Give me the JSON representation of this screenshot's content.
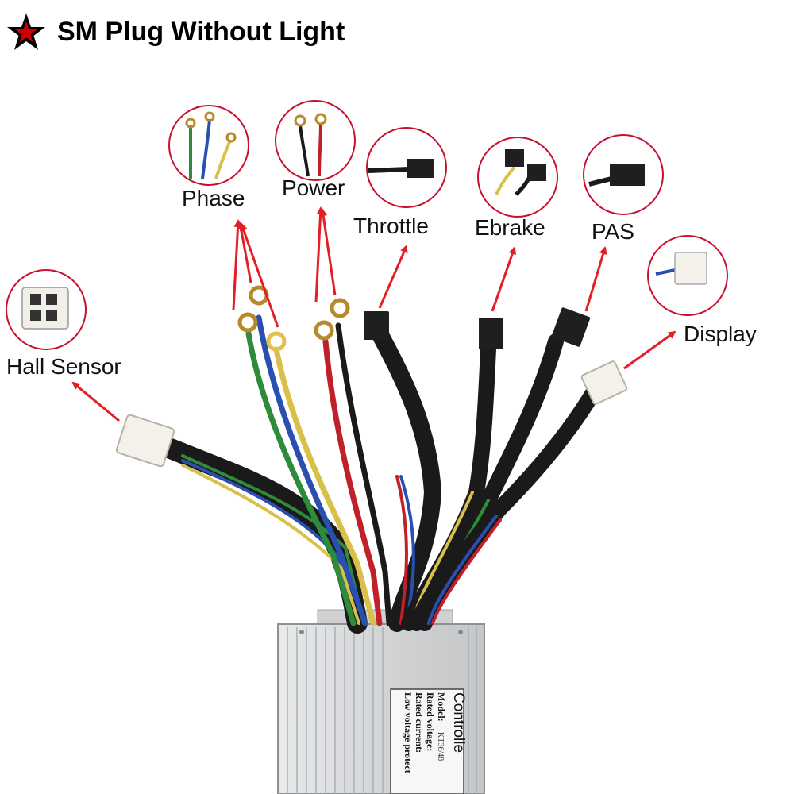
{
  "title": "SM Plug Without Light",
  "labels": {
    "phase": "Phase",
    "power": "Power",
    "throttle": "Throttle",
    "ebrake": "Ebrake",
    "pas": "PAS",
    "display": "Display",
    "hall_sensor": "Hall Sensor"
  },
  "controller_sticker": {
    "heading": "Controlle",
    "lines": [
      "Model:",
      "Rated voltage:",
      "Rated current:",
      "Low voltage protect"
    ],
    "model_code": "KT36/48"
  },
  "colors": {
    "arrow": "#e31e24",
    "circle": "#c8102e",
    "star_fill": "#cc0000",
    "star_outline": "#000000",
    "wire_green": "#2e8b3a",
    "wire_blue": "#2a4fb0",
    "wire_yellow": "#d8c04a",
    "wire_red": "#c0202a",
    "wire_black": "#1a1a1a",
    "controller_body": "#d6d8da"
  }
}
